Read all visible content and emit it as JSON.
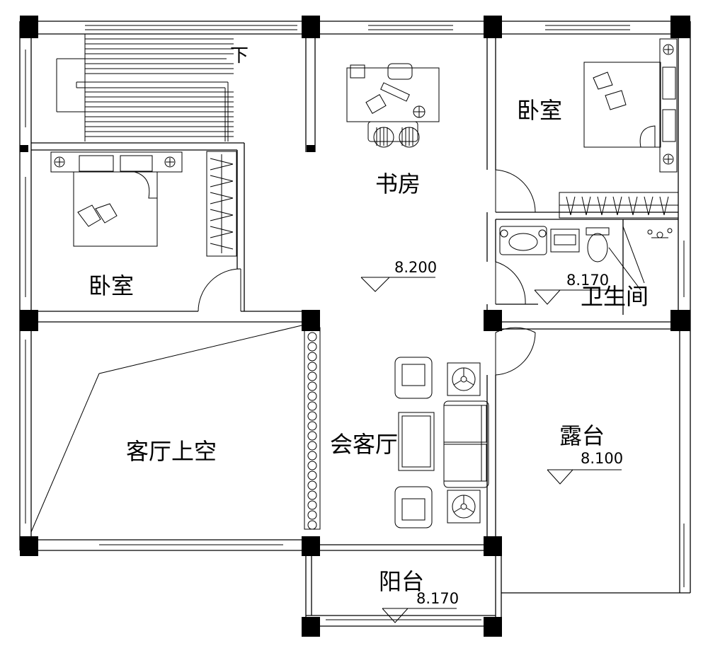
{
  "labels": {
    "stair_down": "下",
    "bedroom_left": "卧室",
    "study": "书房",
    "bedroom_right": "卧室",
    "bathroom": "卫生间",
    "living_void": "客厅上空",
    "reception_hall": "会客厅",
    "terrace": "露台",
    "balcony": "阳台"
  },
  "levels": {
    "hall": "8.200",
    "bathroom": "8.170",
    "terrace": "8.100",
    "balcony": "8.170"
  }
}
